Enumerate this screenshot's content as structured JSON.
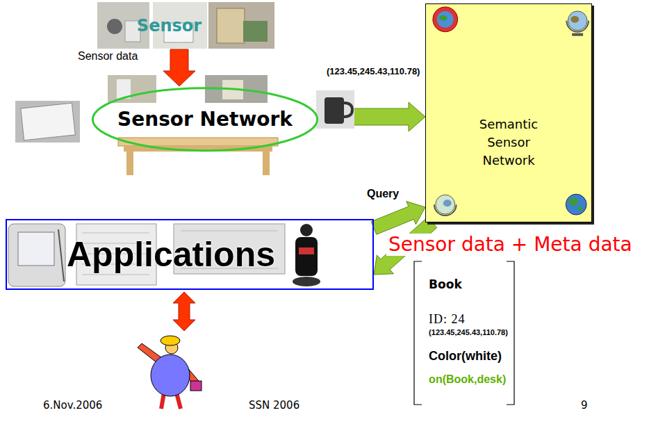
{
  "diagram": {
    "nodes": [
      {
        "text": [
          "Sensor"
        ]
      },
      {
        "text": [
          "Sensor Network"
        ]
      },
      {
        "text": [
          "Semantic Sensor Network"
        ]
      },
      {
        "text": [
          "Applications"
        ]
      },
      {
        "text": [
          "Book",
          "ID: 24",
          "(123.45,245.43,110.78)",
          "Color(white)",
          "on(Book,desk)"
        ]
      }
    ],
    "edges": [
      {
        "from": 0,
        "to": 1,
        "arrow": "to",
        "label": "Sensor data"
      },
      {
        "from": 1,
        "to": 2,
        "arrow": "to",
        "label": "(123.45,245.43,110.78)"
      },
      {
        "from": 3,
        "to": 2,
        "arrow": "to",
        "label": "Query"
      },
      {
        "from": 2,
        "to": 3,
        "arrow": "to",
        "label": "Sensor data + Meta data"
      }
    ],
    "labels": [
      "6.Nov.2006",
      "SSN 2006",
      "9"
    ]
  }
}
